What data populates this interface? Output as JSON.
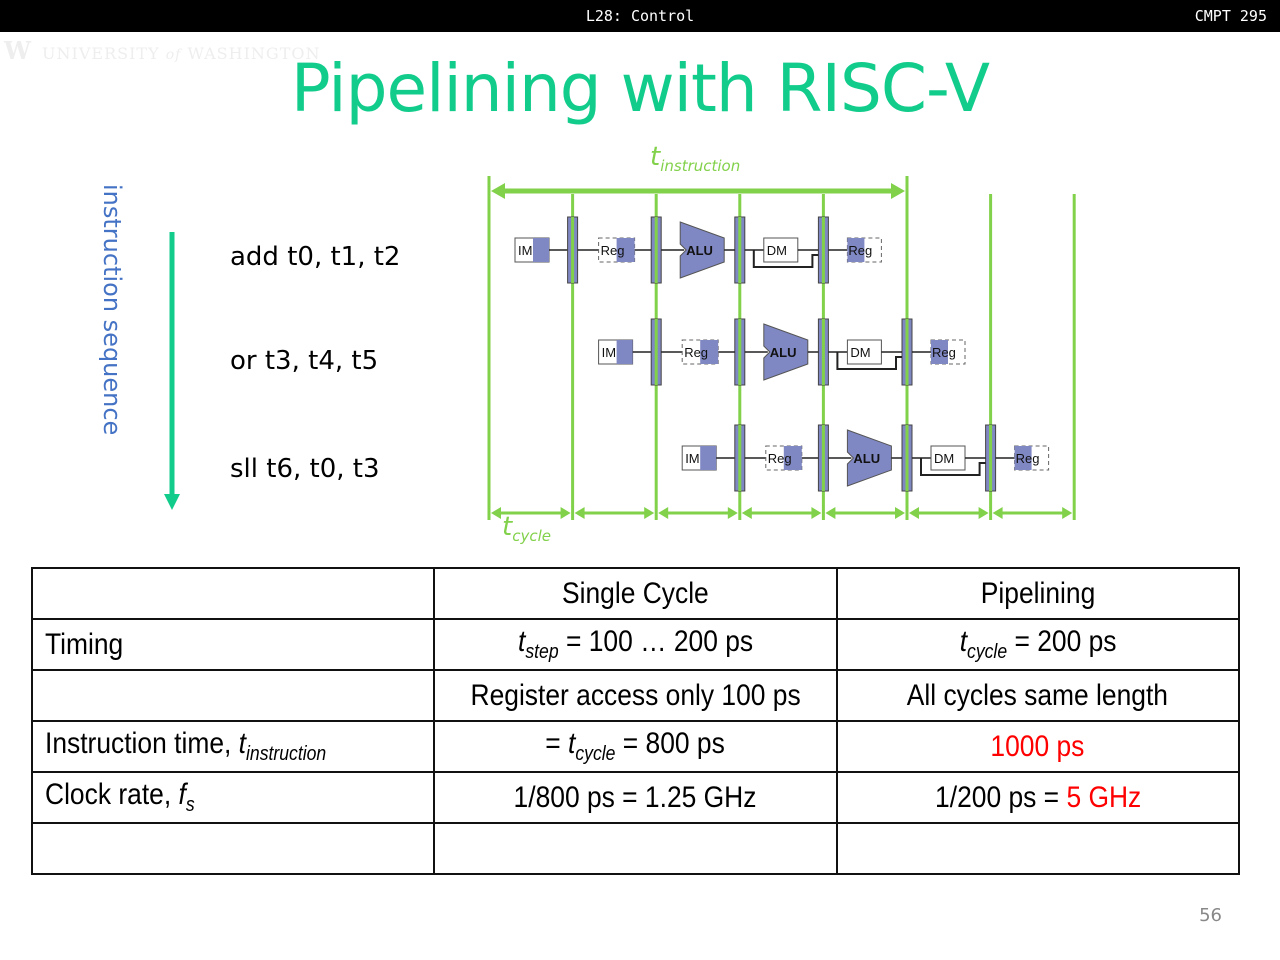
{
  "header": {
    "lecture": "L28: Control",
    "course": "CMPT 295"
  },
  "logo": {
    "mark": "W",
    "text_main": "UNIVERSITY",
    "text_of": "of",
    "text_place": "WASHINGTON"
  },
  "slide": {
    "title": "Pipelining with RISC-V",
    "page_number": "56"
  },
  "sequence": {
    "axis_label": "instruction sequence",
    "instructions": [
      "add t0, t1, t2",
      "or t3, t4, t5",
      "sll t6, t0, t3"
    ]
  },
  "diagram": {
    "t_instruction_label": {
      "base": "t",
      "sub": "instruction"
    },
    "t_cycle_label": {
      "base": "t",
      "sub": "cycle"
    },
    "stage_labels": {
      "im": "IM",
      "reg": "Reg",
      "alu": "ALU",
      "dm": "DM"
    },
    "colors": {
      "green": "#82d14a",
      "stage_fill": "#8088c4",
      "seq_arrow": "#12cc8c"
    },
    "cycle_count": 7,
    "stages_per_instruction": 5
  },
  "table": {
    "header": [
      "",
      "Single Cycle",
      "Pipelining"
    ],
    "rows": [
      {
        "label": "Timing",
        "single": {
          "t": "t",
          "sub": "step",
          "rest": " = 100 … 200 ps"
        },
        "pipe": {
          "t": "t",
          "sub": "cycle",
          "rest": " = 200 ps"
        }
      },
      {
        "label": "",
        "single": {
          "text": "Register access only 100 ps"
        },
        "pipe": {
          "text": "All cycles same length"
        }
      },
      {
        "label": {
          "text": "Instruction time, ",
          "t": "t",
          "sub": "instruction"
        },
        "single": {
          "pre": "= ",
          "t": "t",
          "sub": "cycle",
          "rest": " = 800 ps"
        },
        "pipe": {
          "text": "1000 ps",
          "color": "#ff0000"
        }
      },
      {
        "label": {
          "text": "Clock rate, ",
          "f": "f",
          "sub": "s"
        },
        "single": {
          "text": "1/800 ps = 1.25 GHz"
        },
        "pipe": {
          "pre": "1/200 ps = ",
          "red": "5 GHz"
        }
      },
      {
        "label": "",
        "single": {
          "text": ""
        },
        "pipe": {
          "text": ""
        }
      }
    ]
  }
}
